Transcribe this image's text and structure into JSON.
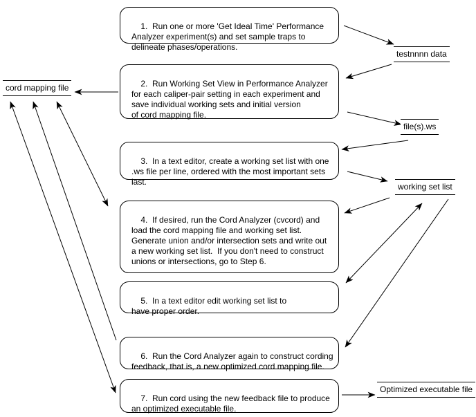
{
  "diagram": {
    "background": "#ffffff",
    "line_color": "#000000",
    "steps": [
      {
        "text": "1.  Run one or more 'Get Ideal Time' Performance\nAnalyzer experiment(s) and set sample traps to\ndelineate phases/operations."
      },
      {
        "text": "2.  Run Working Set View in Performance Analyzer\nfor each caliper-pair setting in each experiment and\nsave individual working sets and initial version\nof cord mapping file."
      },
      {
        "text": "3.  In a text editor, create a working set list with one\n.ws file per line, ordered with the most important sets\nlast."
      },
      {
        "text": "4.  If desired, run the Cord Analyzer (cvcord) and\nload the cord mapping file and working set list.\nGenerate union and/or intersection sets and write out\na new working set list.  If you don't need to construct\nunions or intersections, go to Step 6."
      },
      {
        "text": "5.  In a text editor edit working set list to\nhave proper order."
      },
      {
        "text": "6.  Run the Cord Analyzer again to construct cording\nfeedback, that is, a new optimized cord mapping file."
      },
      {
        "text": "7.  Run cord using the new feedback file to produce\nan optimized executable file."
      }
    ],
    "artifacts": {
      "cord_mapping_file": "cord mapping file",
      "testnnnn_data": "testnnnn data",
      "files_ws": "file(s).ws",
      "working_set_list": "working set list",
      "optimized_executable_file": "Optimized executable file"
    }
  }
}
